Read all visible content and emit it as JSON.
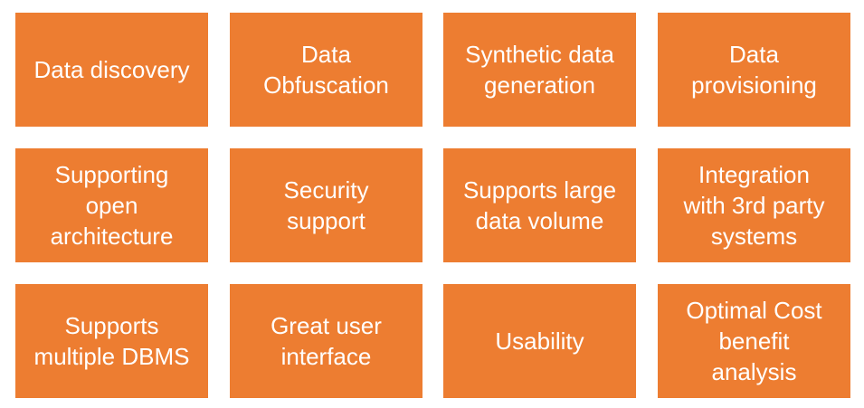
{
  "tiles": [
    {
      "label": "Data discovery"
    },
    {
      "label": "Data\nObfuscation"
    },
    {
      "label": "Synthetic data\ngeneration"
    },
    {
      "label": "Data\nprovisioning"
    },
    {
      "label": "Supporting\nopen\narchitecture"
    },
    {
      "label": "Security\nsupport"
    },
    {
      "label": "Supports large\ndata volume"
    },
    {
      "label": "Integration\nwith 3rd party\nsystems"
    },
    {
      "label": "Supports\nmultiple DBMS"
    },
    {
      "label": "Great user\ninterface"
    },
    {
      "label": "Usability"
    },
    {
      "label": "Optimal Cost\nbenefit\nanalysis"
    }
  ],
  "colors": {
    "tile_fill": "#ed7d31",
    "tile_text": "#ffffff"
  }
}
